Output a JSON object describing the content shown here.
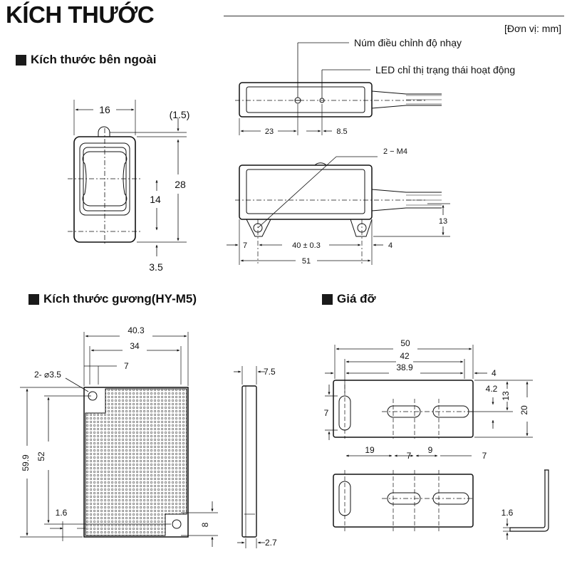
{
  "header": {
    "title": "KÍCH THƯỚC",
    "unit": "[Đơn vị: mm]"
  },
  "sections": {
    "external": "Kích thước bên ngoài",
    "mirror": "Kích thước gương(HY-M5)",
    "bracket": "Giá đỡ"
  },
  "callouts": {
    "sensitivity_knob": "Núm điều chỉnh độ nhạy",
    "led": "LED chỉ thị trạng thái hoạt động"
  },
  "dims": {
    "front_width": "16",
    "front_top_gap": "(1.5)",
    "front_height": "28",
    "front_center": "14",
    "front_bottom": "3.5",
    "top_knob": "23",
    "top_led": "8.5",
    "side_screw": "2 − M4",
    "side_13": "13",
    "side_left": "7",
    "side_pitch": "40 ± 0.3",
    "side_right": "4",
    "side_total": "51",
    "mirror_width": "40.3",
    "mirror_inner": "34",
    "mirror_hole": "2- ⌀3.5",
    "mirror_hole_off": "7",
    "mirror_height": "59.9",
    "mirror_inner_h": "52",
    "mirror_16": "1.6",
    "mirror_8": "8",
    "mirror_thick": "7.5",
    "mirror_27": "2.7",
    "br_50": "50",
    "br_42": "42",
    "br_389": "38.9",
    "br_4": "4",
    "br_42b": "4.2",
    "br_13": "13",
    "br_20": "20",
    "br_7v": "7",
    "br_19": "19",
    "br_7a": "7",
    "br_9": "9",
    "br_7b": "7",
    "br_16": "1.6"
  }
}
